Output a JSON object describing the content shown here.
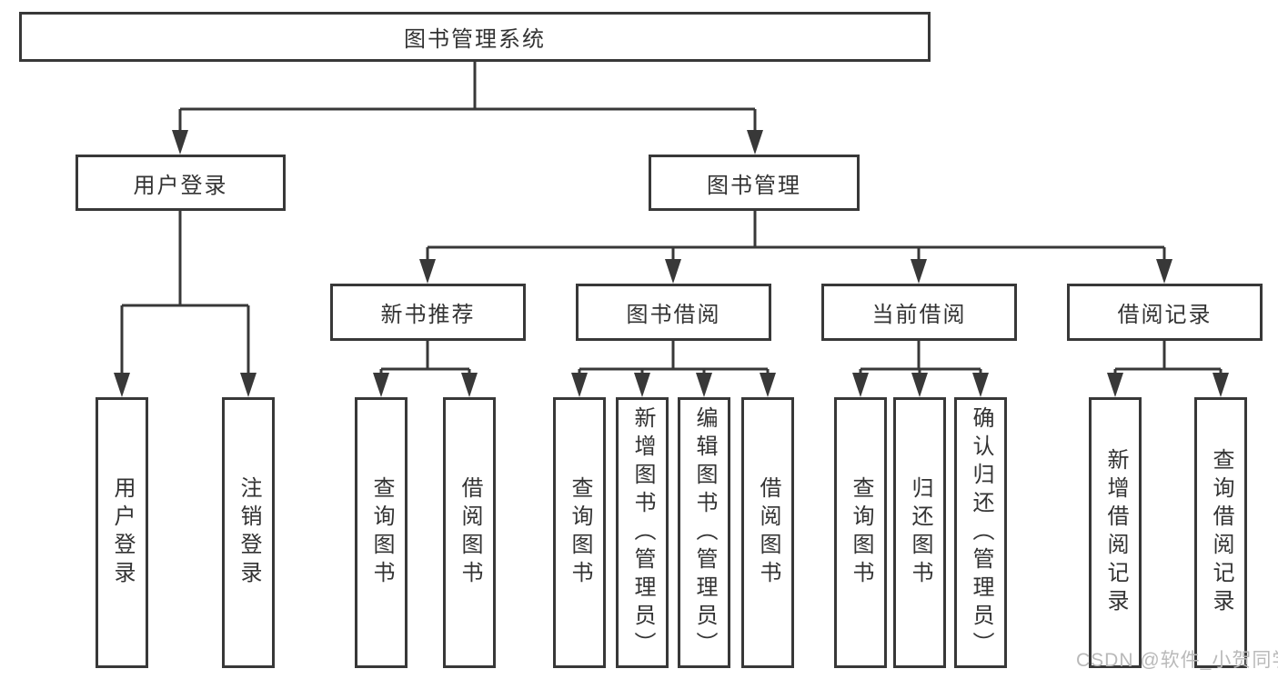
{
  "diagram": {
    "root": {
      "label": "图书管理系统"
    },
    "branches": [
      {
        "label": "用户登录",
        "children": [
          {
            "label": "用户登录"
          },
          {
            "label": "注销登录"
          }
        ]
      },
      {
        "label": "图书管理",
        "children": [
          {
            "label": "新书推荐",
            "children": [
              {
                "label": "查询图书"
              },
              {
                "label": "借阅图书"
              }
            ]
          },
          {
            "label": "图书借阅",
            "children": [
              {
                "label": "查询图书"
              },
              {
                "label": "新增图书（管理员）"
              },
              {
                "label": "编辑图书（管理员）"
              },
              {
                "label": "借阅图书"
              }
            ]
          },
          {
            "label": "当前借阅",
            "children": [
              {
                "label": "查询图书"
              },
              {
                "label": "归还图书"
              },
              {
                "label": "确认归还（管理员）"
              }
            ]
          },
          {
            "label": "借阅记录",
            "children": [
              {
                "label": "新增借阅记录"
              },
              {
                "label": "查询借阅记录"
              }
            ]
          }
        ]
      }
    ]
  },
  "watermark": {
    "text": "CSDN @软件_小贺同学"
  },
  "colors": {
    "line": "#383838",
    "box_border": "#383838",
    "text": "#333333",
    "background": "#ffffff",
    "watermark": "#b9b9b9"
  }
}
